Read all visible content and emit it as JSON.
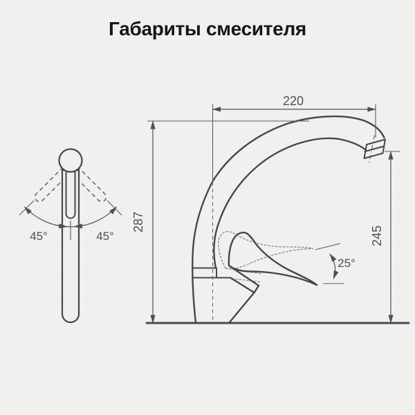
{
  "title": "Габариты смесителя",
  "diagram": {
    "main_view": {
      "description": "faucet side profile with high arc spout",
      "dim_spout_reach": "220",
      "dim_total_height": "287",
      "dim_spout_height": "245",
      "handle_tilt_angle": "25°"
    },
    "front_view": {
      "description": "faucet front profile with swivel handle positions",
      "handle_swivel_left": "45°",
      "handle_swivel_right": "45°"
    },
    "colors": {
      "background": "#f1f0ee",
      "line": "#474747",
      "dimension": "#4f4f4f",
      "ghost_line": "#8a8a8a",
      "title_text": "#161616"
    }
  }
}
